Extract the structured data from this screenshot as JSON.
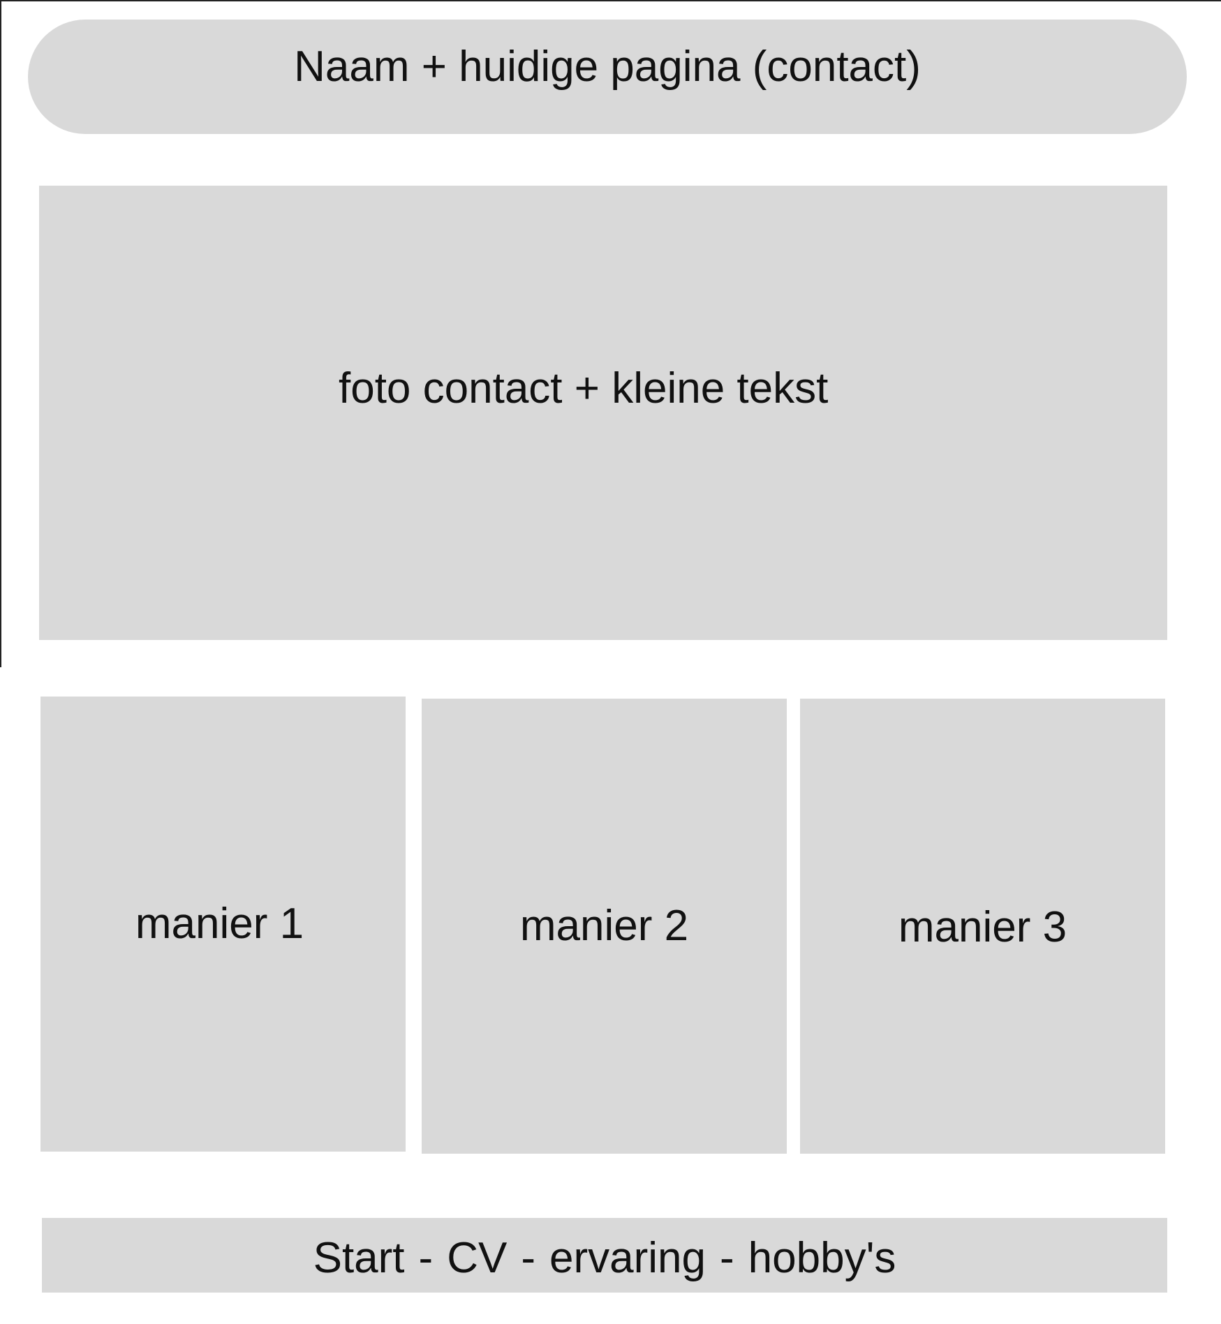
{
  "header": {
    "title": "Naam + huidige pagina (contact)"
  },
  "hero": {
    "label": "foto contact + kleine tekst"
  },
  "cards": [
    {
      "label": "manier 1"
    },
    {
      "label": "manier 2"
    },
    {
      "label": "manier 3"
    }
  ],
  "nav": {
    "items": [
      "Start",
      "CV",
      "ervaring",
      "hobby's"
    ],
    "separator": "-"
  },
  "colors": {
    "box_fill": "#d9d9d9",
    "background": "#ffffff",
    "text": "#111111"
  }
}
